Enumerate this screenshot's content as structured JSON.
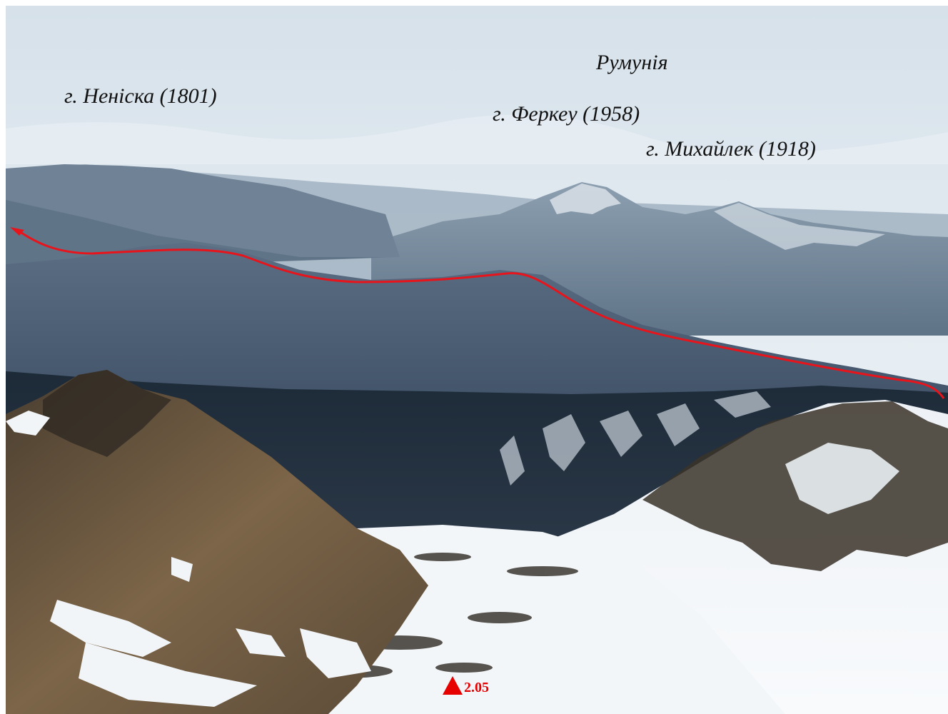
{
  "labels": {
    "romania": "Румунія",
    "neniska": "г. Ненiска (1801)",
    "ferkeu": "г. Феркеу (1958)",
    "myhailek": "г. Михайлек (1918)"
  },
  "marker": {
    "text": "2.05",
    "color": "#e60000"
  },
  "colors": {
    "route": "#e8141b",
    "sky": "#dfe8ef",
    "snow": "#f6f8fa",
    "forest": "#1f2c3c"
  },
  "icons": {
    "marker": "red-triangle-icon",
    "route_end": "arrow-left-icon"
  }
}
